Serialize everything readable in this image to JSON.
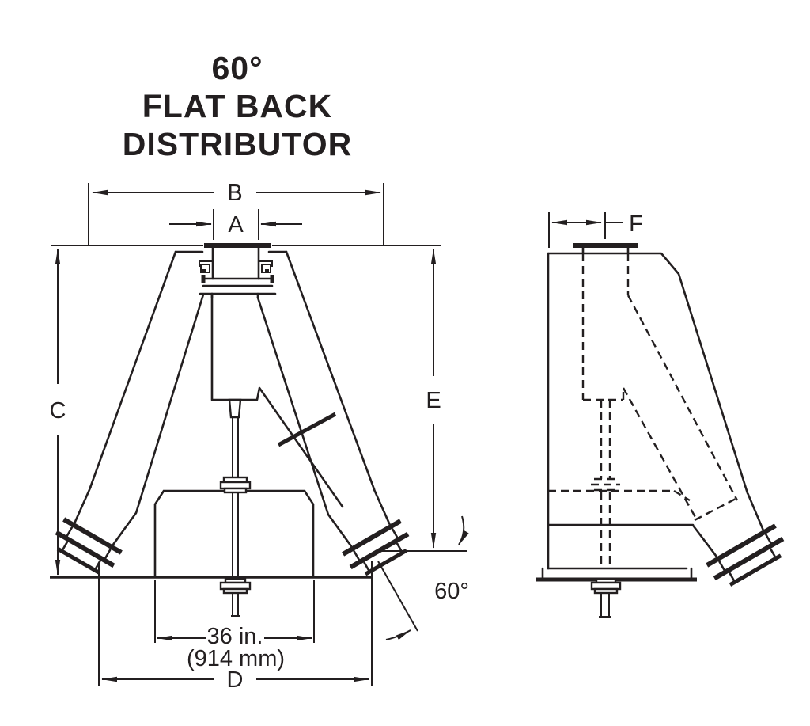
{
  "title": {
    "line1": "60°",
    "line2": "FLAT BACK",
    "line3": "DISTRIBUTOR"
  },
  "annotations": {
    "dim_overall_width": "B",
    "dim_inlet_width": "A",
    "dim_height_left": "C",
    "dim_outlet_span": "D",
    "dim_height_right": "E",
    "dim_side_offset": "F",
    "outlet_spacing_in": "36 in.",
    "outlet_spacing_mm": "(914 mm)",
    "chute_angle": "60°"
  },
  "colors": {
    "ink": "#231f20",
    "paper": "#ffffff"
  }
}
